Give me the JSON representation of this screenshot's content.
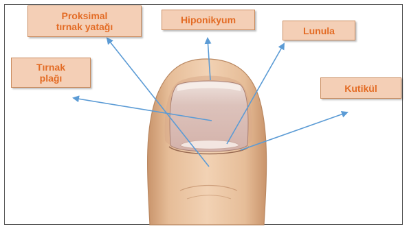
{
  "labels": {
    "proksimal": {
      "line1": "Proksimal",
      "line2": "tırnak yatağı"
    },
    "hiponikyum": "Hiponikyum",
    "lunula": "Lunula",
    "tirnak": {
      "line1": "Tırnak",
      "line2": "plağı"
    },
    "kutikul": "Kutikül"
  },
  "colors": {
    "label_fill": "#f4cfb6",
    "label_border": "#c98a5c",
    "label_text": "#e36b24",
    "arrow": "#5b9bd5",
    "skin": "#e8c09e",
    "nail": "#dcbcb4"
  }
}
